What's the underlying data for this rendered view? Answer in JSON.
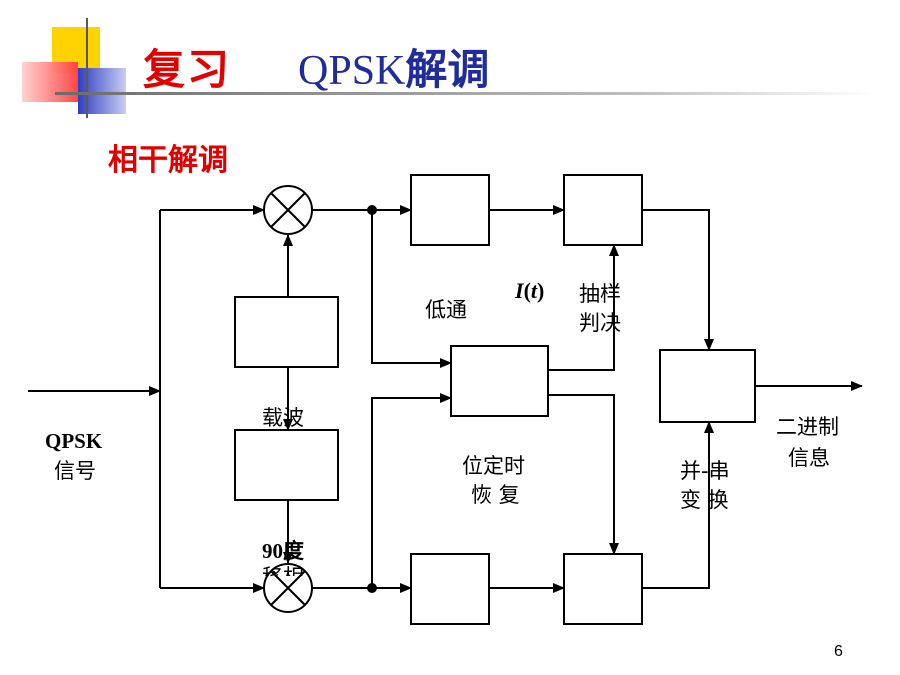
{
  "title": {
    "review": "复习",
    "qpsk": "QPSK",
    "demod": "解调"
  },
  "subtitle": "相干解调",
  "labels": {
    "lowpass": "低通",
    "it_italic": "I",
    "it_paren_open": "(",
    "it_t": "t",
    "it_paren_close": ")",
    "sample_line1": "抽样",
    "sample_line2": "判决",
    "carrier": "载波",
    "deg90": "90度",
    "shift": "移相",
    "input_line1": "QPSK",
    "input_line2": "信号",
    "timing_line1": "位定时",
    "timing_line2": "恢 复",
    "ps_line1": "并-串",
    "ps_line2": "变 换",
    "output_line1": "二进制",
    "output_line2": "信息"
  },
  "page_number": "6",
  "colors": {
    "title_red": "#e00000",
    "title_blue": "#1f2c99",
    "deco_yellow": "#ffd200",
    "deco_red": "#ff4f4f",
    "deco_blue": "#3b49c8"
  }
}
